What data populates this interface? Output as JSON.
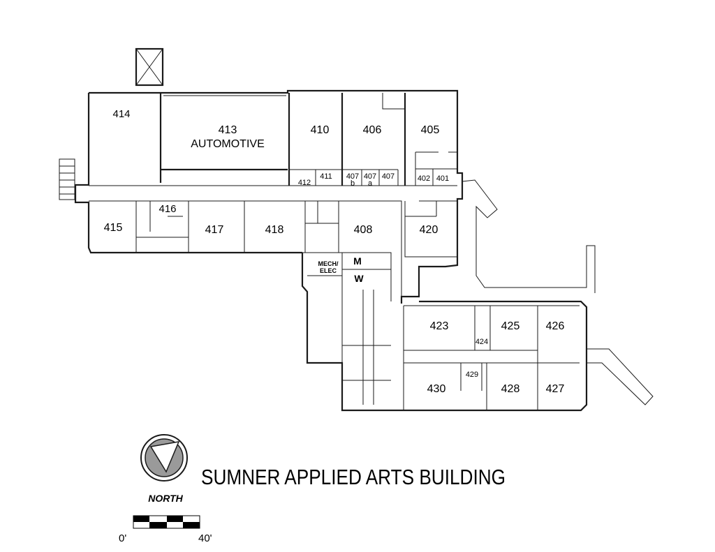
{
  "title": "SUMNER APPLIED ARTS BUILDING",
  "compass": {
    "label": "NORTH",
    "icon": "north-arrow-icon"
  },
  "scale_bar": {
    "start_label": "0'",
    "end_label": "40'"
  },
  "rooms": {
    "r401": "401",
    "r402": "402",
    "r405": "405",
    "r406": "406",
    "r407": "407",
    "r407a": "407",
    "r407a_sub": "a",
    "r407b": "407",
    "r407b_sub": "b",
    "r408": "408",
    "r410": "410",
    "r411": "411",
    "r412": "412",
    "r413": "413",
    "r413_name": "AUTOMOTIVE",
    "r414": "414",
    "r415": "415",
    "r416": "416",
    "r417": "417",
    "r418": "418",
    "r420": "420",
    "r423": "423",
    "r424": "424",
    "r425": "425",
    "r426": "426",
    "r427": "427",
    "r428": "428",
    "r429": "429",
    "r430": "430",
    "mech1": "MECH/",
    "mech2": "ELEC",
    "men": "M",
    "women": "W"
  }
}
